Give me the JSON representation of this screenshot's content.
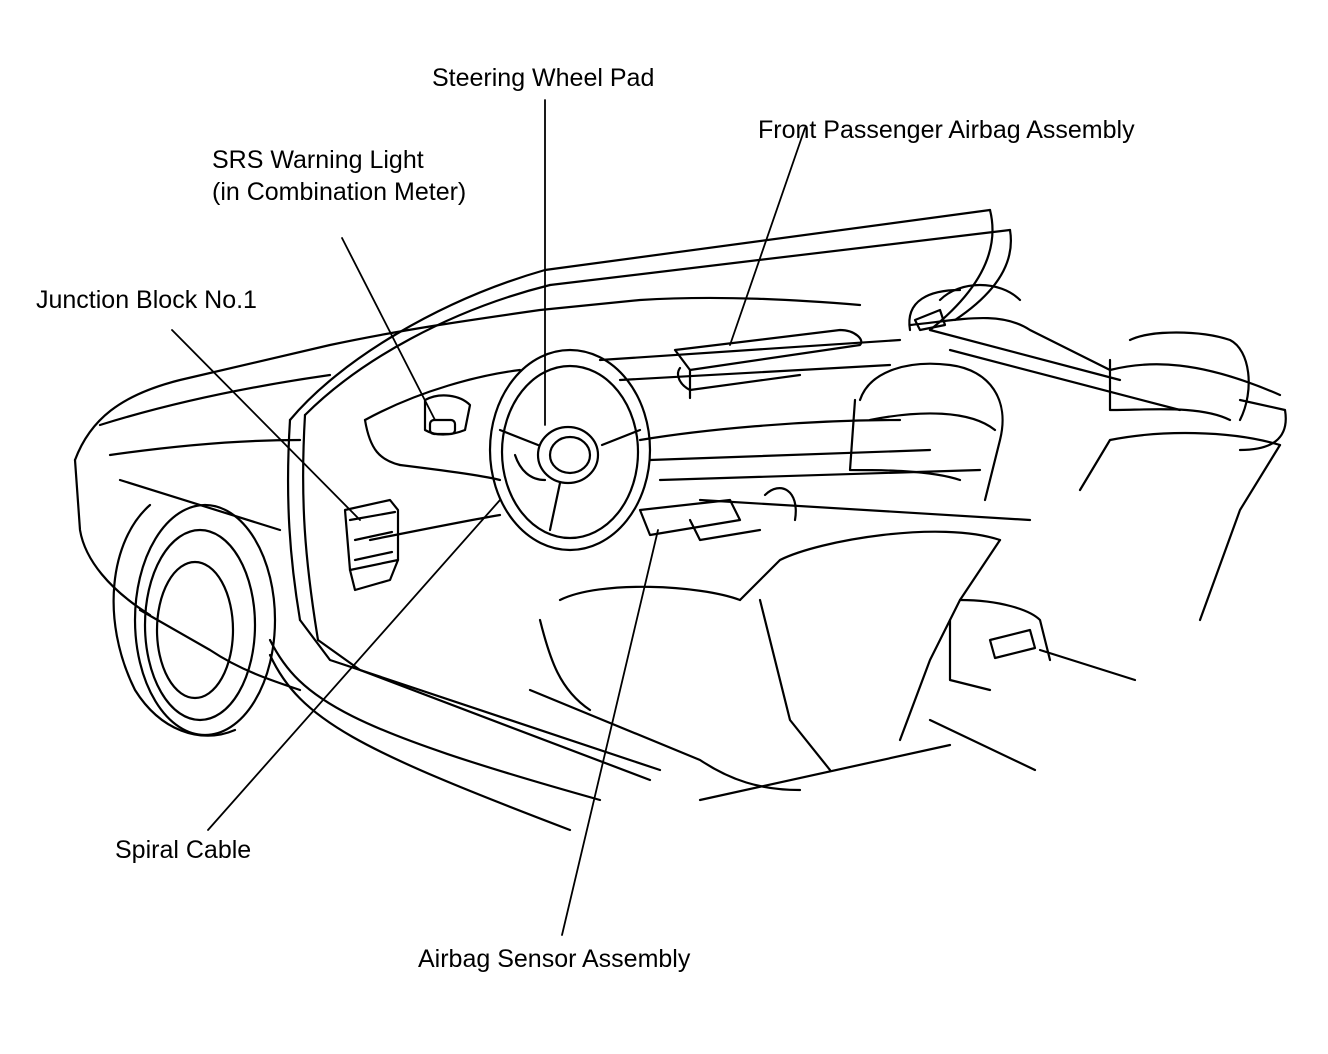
{
  "labels": {
    "steering_wheel_pad": "Steering Wheel Pad",
    "front_passenger_airbag": "Front Passenger Airbag Assembly",
    "srs_warning_light_line1": "SRS Warning Light",
    "srs_warning_light_line2": "(in Combination Meter)",
    "junction_block": "Junction Block No.1",
    "spiral_cable": "Spiral Cable",
    "airbag_sensor": "Airbag Sensor Assembly"
  },
  "colors": {
    "line": "#000000",
    "background": "#ffffff"
  }
}
